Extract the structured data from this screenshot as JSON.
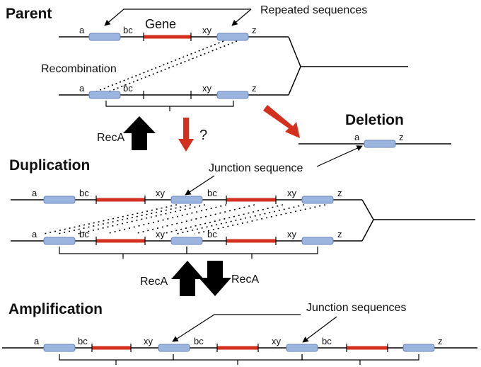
{
  "headings": {
    "parent": "Parent",
    "duplication": "Duplication",
    "amplification": "Amplification",
    "deletion": "Deletion"
  },
  "labels": {
    "gene": "Gene",
    "repeated_sequences": "Repeated sequences",
    "recombination": "Recombination",
    "junction_sequence": "Junction sequence",
    "junction_sequences": "Junction sequences",
    "reca": "RecA",
    "question": "?",
    "a": "a",
    "bc": "bc",
    "xy": "xy",
    "z": "z"
  },
  "colors": {
    "repeat_fill": "#9bb5df",
    "repeat_stroke": "#6a86bd",
    "gene": "#d3301f",
    "arrow_red": "#d3301f",
    "arrow_black": "#000000",
    "line": "#000000"
  }
}
